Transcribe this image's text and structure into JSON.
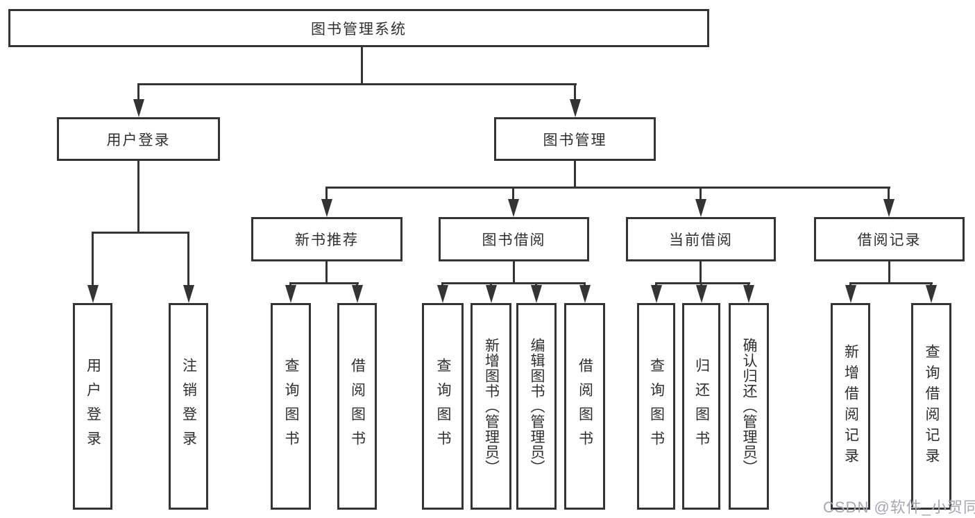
{
  "title": {
    "label": "图书管理系统"
  },
  "level2": {
    "user_login": "用户登录",
    "book_management": "图书管理"
  },
  "level3": {
    "new_book_recommend": "新书推荐",
    "book_borrowing": "图书借阅",
    "current_borrowing": "当前借阅",
    "borrowing_records": "借阅记录"
  },
  "leaves": {
    "user_login": "用户登录",
    "logout": "注销登录",
    "recommend_query_books": "查询图书",
    "recommend_borrow_books": "借阅图书",
    "borrowing_query_books": "查询图书",
    "borrowing_add_books_admin": "新增图书（管理员）",
    "borrowing_edit_books_admin": "编辑图书（管理员）",
    "borrowing_borrow_books": "借阅图书",
    "current_query_books": "查询图书",
    "current_return_books": "归还图书",
    "current_confirm_return_admin": "确认归还（管理员）",
    "records_add_record": "新增借阅记录",
    "records_query_record": "查询借阅记录"
  },
  "watermark": {
    "text": "CSDN @软件_小贺同学"
  },
  "colors": {
    "line": "#343434",
    "text": "#2f2f2f",
    "watermark": "#a6a6b4",
    "background": "#ffffff"
  }
}
